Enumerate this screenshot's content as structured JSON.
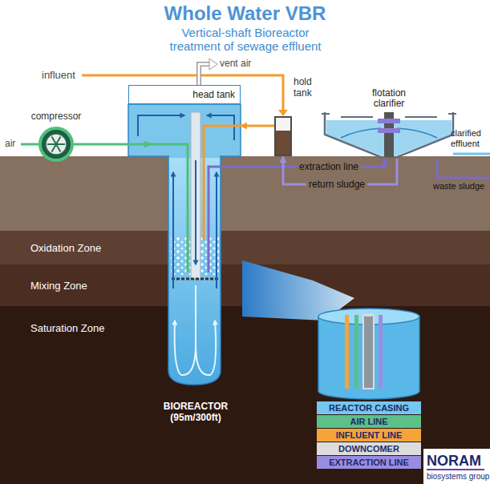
{
  "diagram": {
    "title": "Whole Water VBR",
    "nodes": [
      {
        "text": [
          "head tank"
        ]
      },
      {
        "text": [
          "hold tank"
        ]
      },
      {
        "text": [
          "compressor"
        ]
      },
      {
        "text": [
          "flotation clarifier"
        ]
      },
      {
        "text": [
          "Oxidation Zone"
        ]
      },
      {
        "text": [
          "Mixing Zone"
        ]
      },
      {
        "text": [
          "Saturation Zone"
        ]
      },
      {
        "text": [
          "BIOREACTOR (95m/300ft)"
        ]
      }
    ],
    "edges": [
      {
        "from": 2,
        "to": 7,
        "arrow": "to"
      },
      {
        "from": 1,
        "to": 7,
        "arrow": "to"
      },
      {
        "from": 7,
        "to": 3,
        "label": "extraction line",
        "arrow": "to"
      },
      {
        "from": 3,
        "to": 1,
        "label": "return sludge",
        "arrow": "to"
      }
    ],
    "labels": [
      "Vertical-shaft Bioreactor treatment of sewage effluent",
      "influent",
      "vent air",
      "air",
      "clarified effluent",
      "waste sludge",
      "NORAM",
      "biosystems group"
    ],
    "legend": [
      {
        "text": "REACTOR CASING",
        "color": "#74c8ef"
      },
      {
        "text": "AIR LINE",
        "color": "#5cc089"
      },
      {
        "text": "INFLUENT LINE",
        "color": "#f5a43c"
      },
      {
        "text": "DOWNCOMER",
        "color": "#dcdcdc"
      },
      {
        "text": "EXTRACTION LINE",
        "color": "#9a8ce0"
      }
    ]
  }
}
